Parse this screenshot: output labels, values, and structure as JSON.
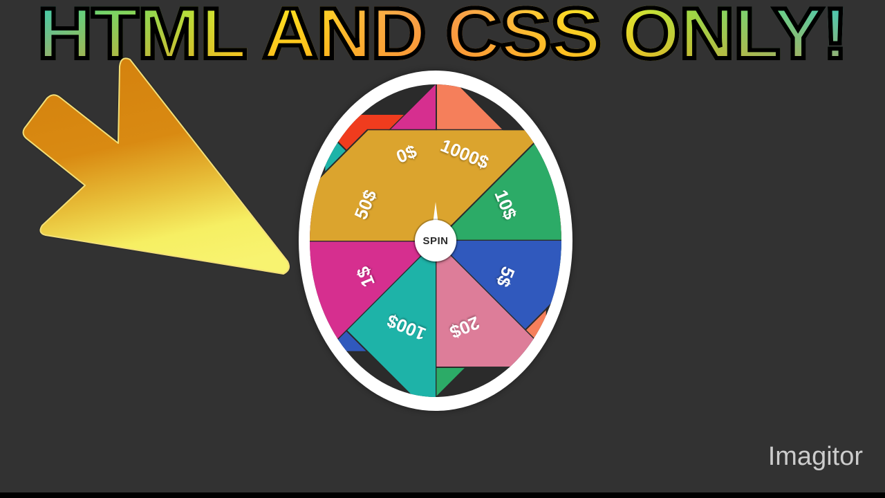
{
  "background_color": "#323232",
  "headline": {
    "text": "HTML AND CSS ONLY!",
    "stroke_color": "#000000",
    "gradient_start": "#18c8f4",
    "gradient_end": "#19c9f2"
  },
  "cursor": {
    "name": "mouse-cursor-arrow",
    "gradient_top": "#d4820e",
    "gradient_bottom": "#f7f05a",
    "outline": "#f0e070"
  },
  "wheel": {
    "ring_color": "#ffffff",
    "divider_color": "#2b2b2b",
    "hub_label": "SPIN",
    "hub_text_color": "#2b2b2b",
    "pointer_color": "#ffffff",
    "segments": [
      {
        "label": "1000$",
        "color": "#f03c1e",
        "angle": -22.5
      },
      {
        "label": "10$",
        "color": "#f57f5b",
        "angle": 22.5
      },
      {
        "label": "5$",
        "color": "#2cab67",
        "angle": 67.5
      },
      {
        "label": "20$",
        "color": "#3059bd",
        "angle": 112.5
      },
      {
        "label": "100$",
        "color": "#dd7d99",
        "angle": 157.5
      },
      {
        "label": "1$",
        "color": "#1eb3a8",
        "angle": 202.5
      },
      {
        "label": "50$",
        "color": "#d62f8f",
        "angle": 247.5
      },
      {
        "label": "0$",
        "color": "#dba42e",
        "angle": 292.5
      }
    ]
  },
  "watermark": {
    "text": "Imagitor",
    "color": "#cccccc"
  }
}
